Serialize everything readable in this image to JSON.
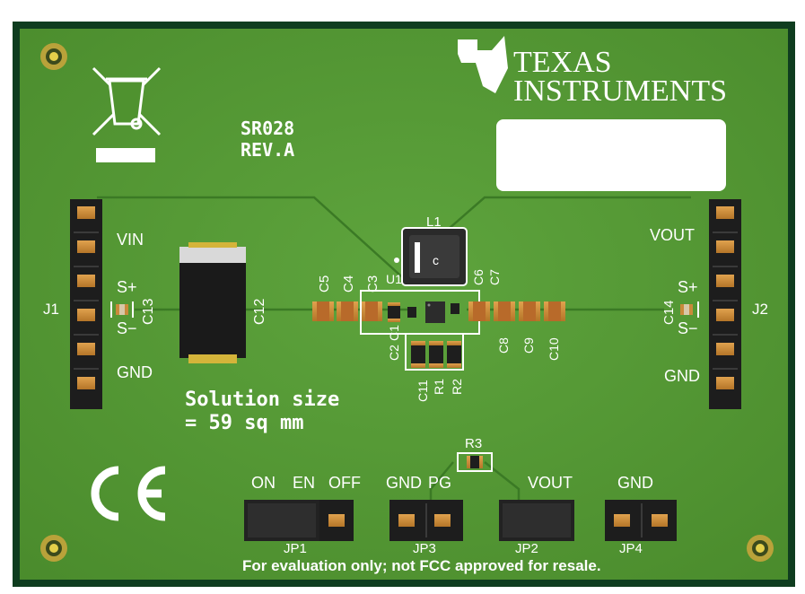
{
  "board": {
    "name": "SR028",
    "revision": "REV.A",
    "brand_line1": "TEXAS",
    "brand_line2": "INSTRUMENTS",
    "solution_line1": "Solution size",
    "solution_line2": "= 59 sq mm",
    "footer": "For evaluation only; not FCC approved for resale.",
    "colors": {
      "pcb": "#4c8f2e",
      "pcb_light": "#5aa03a",
      "trace": "#3a7524",
      "silk": "#ffffff",
      "pad": "#c98a3a",
      "frame": "#0f3d1f"
    }
  },
  "connectors": {
    "j1": {
      "ref": "J1",
      "vin": "VIN",
      "s_plus": "S+",
      "s_minus": "S−",
      "gnd": "GND"
    },
    "j2": {
      "ref": "J2",
      "vout": "VOUT",
      "s_plus": "S+",
      "s_minus": "S−",
      "gnd": "GND"
    }
  },
  "components": {
    "c1": "C1",
    "c2": "C2",
    "c3": "C3",
    "c4": "C4",
    "c5": "C5",
    "c6": "C6",
    "c7": "C7",
    "c8": "C8",
    "c9": "C9",
    "c10": "C10",
    "c11": "C11",
    "c12": "C12",
    "c13": "C13",
    "c14": "C14",
    "l1": "L1",
    "l1_mark": "c",
    "u1": "U1",
    "r1": "R1",
    "r2": "R2",
    "r3": "R3"
  },
  "jumpers": {
    "jp1": {
      "ref": "JP1",
      "on": "ON",
      "en": "EN",
      "off": "OFF"
    },
    "jp3": {
      "ref": "JP3",
      "gnd": "GND",
      "pg": "PG"
    },
    "jp2": {
      "ref": "JP2",
      "vout": "VOUT"
    },
    "jp4": {
      "ref": "JP4",
      "gnd": "GND"
    }
  },
  "icons": {
    "weee": "weee-bin-icon",
    "ce": "ce-mark-icon",
    "ti": "ti-logo-icon"
  }
}
